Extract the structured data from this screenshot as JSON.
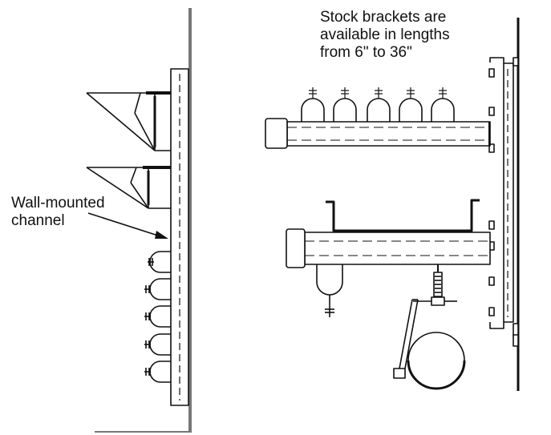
{
  "labels": {
    "stock_brackets": [
      "Stock brackets are",
      "available in lengths",
      "from 6\" to 36\""
    ],
    "wall_channel": [
      "Wall-mounted",
      "channel"
    ]
  },
  "colors": {
    "line": "#111111",
    "wall": "#777777",
    "background": "#ffffff"
  },
  "icons": [
    "arrow-icon"
  ]
}
